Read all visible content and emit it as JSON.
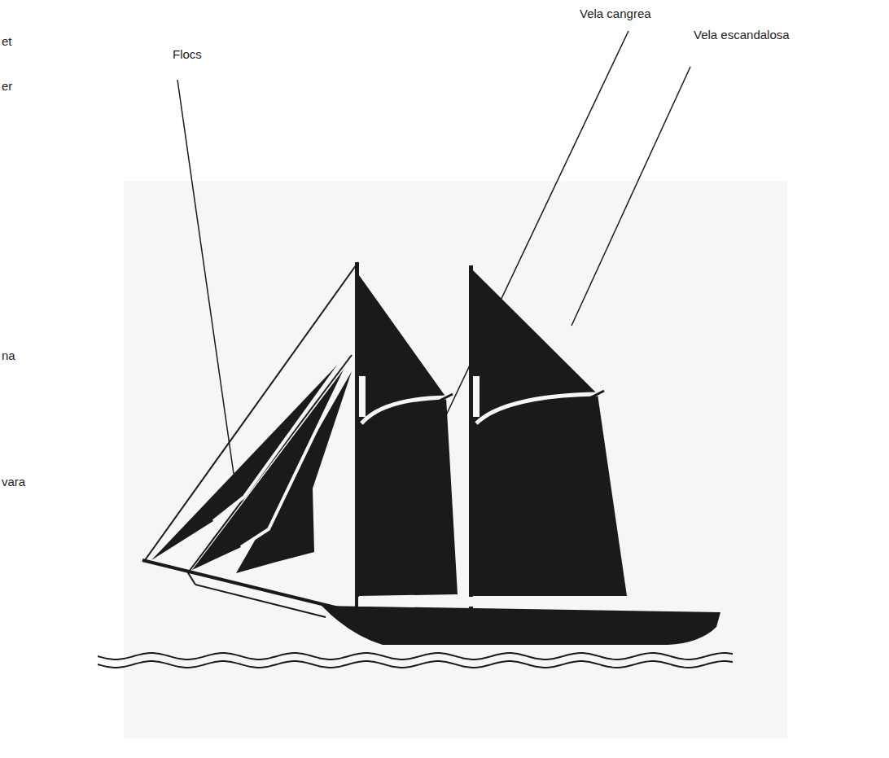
{
  "diagram": {
    "labels": [
      "et",
      "er",
      "Flocs",
      "Vela cangrea",
      "Vela escandalosa",
      "na",
      "vara"
    ]
  }
}
